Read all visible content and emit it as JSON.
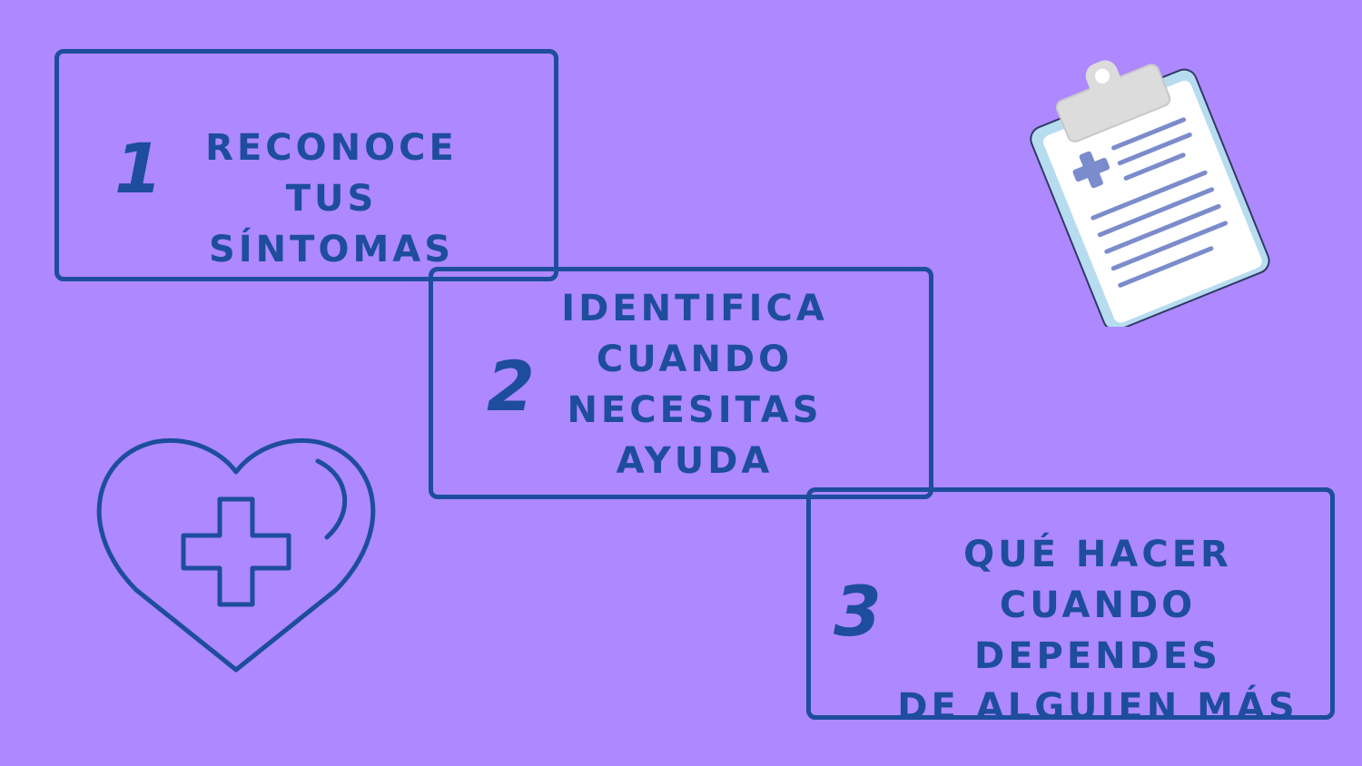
{
  "colors": {
    "background": "#ad88ff",
    "accent": "#1d4d9c"
  },
  "steps": [
    {
      "number": "1",
      "lines": [
        "Reconoce tus",
        "síntomas"
      ]
    },
    {
      "number": "2",
      "lines": [
        "Identifica",
        "cuando",
        "necesitas",
        "ayuda"
      ]
    },
    {
      "number": "3",
      "lines": [
        "Qué hacer",
        "cuando dependes",
        "de alguien más"
      ]
    }
  ],
  "icons": {
    "clipboard": "clipboard-medical-icon",
    "heart": "heart-plus-icon"
  }
}
